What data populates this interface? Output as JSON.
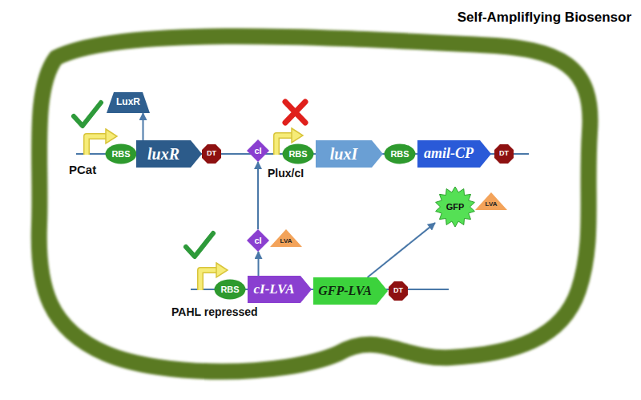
{
  "diagram": {
    "title": "Self-Ampliflying Biosensor",
    "nodes": [
      {
        "text": [
          "LuxR"
        ]
      },
      {
        "text": [
          "RBS"
        ]
      },
      {
        "text": [
          "luxR"
        ]
      },
      {
        "text": [
          "DT"
        ]
      },
      {
        "text": [
          "cI"
        ]
      },
      {
        "text": [
          "RBS"
        ]
      },
      {
        "text": [
          "luxI"
        ]
      },
      {
        "text": [
          "RBS"
        ]
      },
      {
        "text": [
          "amil-CP"
        ]
      },
      {
        "text": [
          "DT"
        ]
      },
      {
        "text": [
          "GFP"
        ]
      },
      {
        "text": [
          "LVA"
        ]
      },
      {
        "text": [
          "cI"
        ]
      },
      {
        "text": [
          "LVA"
        ]
      },
      {
        "text": [
          "RBS"
        ]
      },
      {
        "text": [
          "cI-LVA"
        ]
      },
      {
        "text": [
          "GFP-LVA"
        ]
      },
      {
        "text": [
          "DT"
        ]
      }
    ],
    "edges": [
      {
        "from": 2,
        "to": 0,
        "arrow": "to"
      },
      {
        "from": 15,
        "to": 12,
        "arrow": "to"
      },
      {
        "from": 12,
        "to": 4,
        "arrow": "to"
      },
      {
        "from": 16,
        "to": 10,
        "arrow": "to"
      }
    ],
    "labels": [
      "PCat",
      "Plux/cI",
      "PAHL repressed"
    ]
  }
}
